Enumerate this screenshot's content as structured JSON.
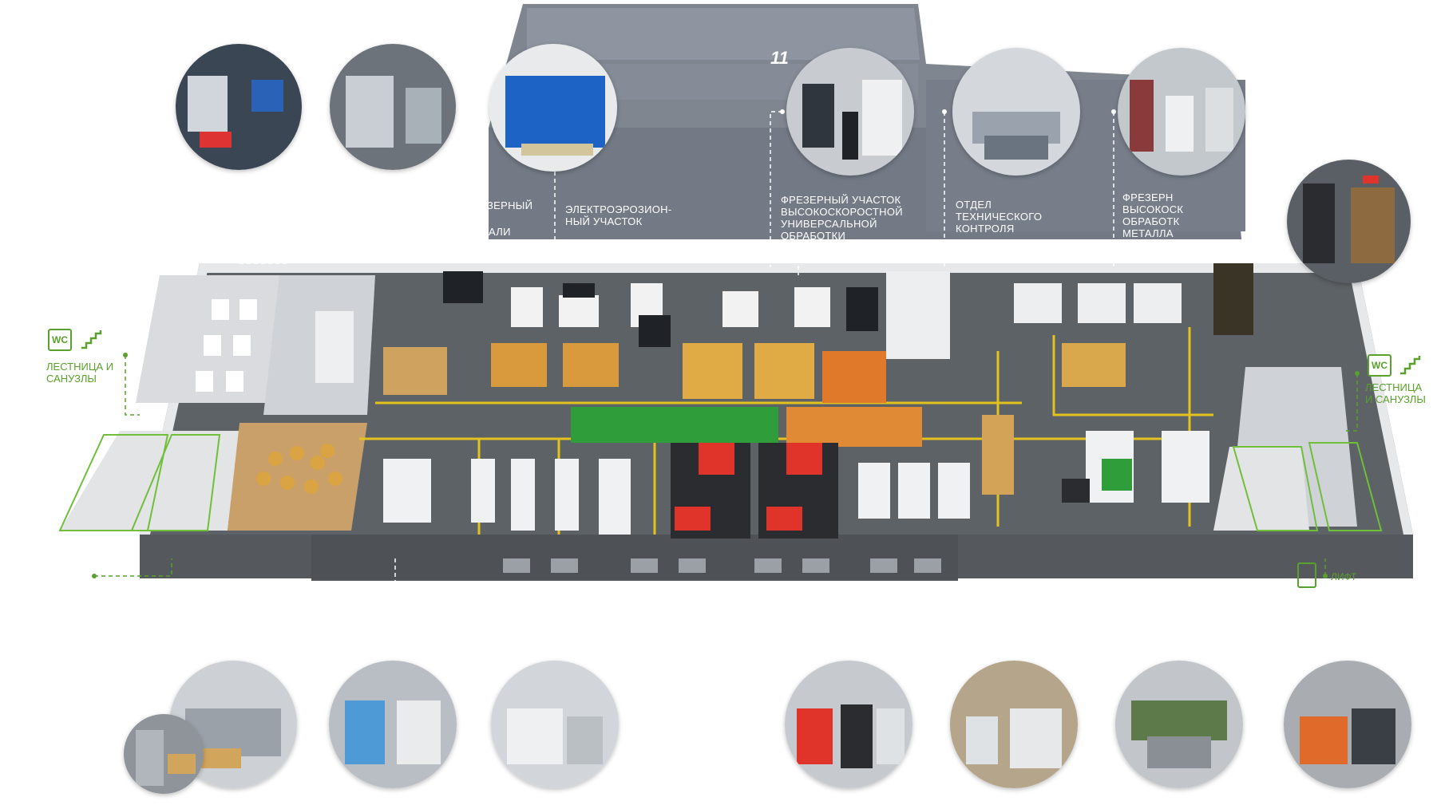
{
  "building_number": "11",
  "labels": {
    "frezerny_left": "ЗЕРНЫЙ",
    "metalli_left": "АЛИ",
    "electroerosion": "ЭЛЕКТРОЭРОЗИОН-\nНЫЙ УЧАСТОК",
    "milling_universal": "ФРЕЗЕРНЫЙ УЧАСТОК\nВЫСОКОСКОРОСТНОЙ\nУНИВЕРСАЛЬНОЙ\nОБРАБОТКИ",
    "quality_control": "ОТДЕЛ\nТЕХНИЧЕСКОГО\nКОНТРОЛЯ",
    "milling_metal": "ФРЕЗЕРН\nВЫСОКОСК\nОБРАБОТК\nМЕТАЛЛА",
    "dining_partial": "ДНАЯ",
    "dining_partial2": "А",
    "stairs_left": "ЛЕСТНИЦА И\nСАНУЗЛЫ",
    "stairs_right": "ЛЕСТНИЦА\nИ САНУЗЛЫ",
    "lift": "ЛИФТ",
    "wc_left": "WC",
    "wc_right": "WC"
  },
  "colors": {
    "accent_green": "#5aa02c",
    "floor": "#5d6266",
    "wall": "#e7e8ea",
    "back_building": "#7f8690",
    "rack_orange": "#d99a3d",
    "rack_green": "#2f9d3a",
    "machine_red": "#e0342a"
  },
  "icons": {
    "wc": "wc-icon",
    "stairs": "stairs-icon",
    "lift": "lift-icon"
  }
}
